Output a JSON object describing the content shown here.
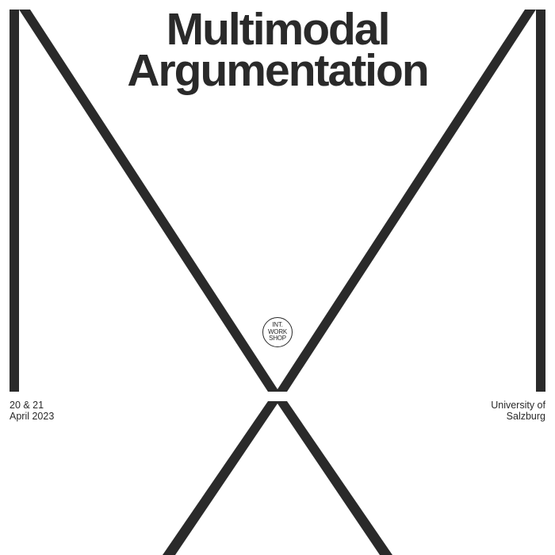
{
  "poster": {
    "title_line1": "Multimodal",
    "title_line2": "Argumentation",
    "badge": {
      "line1": "INT.",
      "line2": "WORK",
      "line3": "SHOP"
    },
    "dates": {
      "line1": "20 & 21",
      "line2": "April 2023"
    },
    "venue": {
      "line1": "University of",
      "line2": "Salzburg"
    },
    "colors": {
      "ink": "#2a2a2a",
      "background": "#ffffff"
    }
  }
}
